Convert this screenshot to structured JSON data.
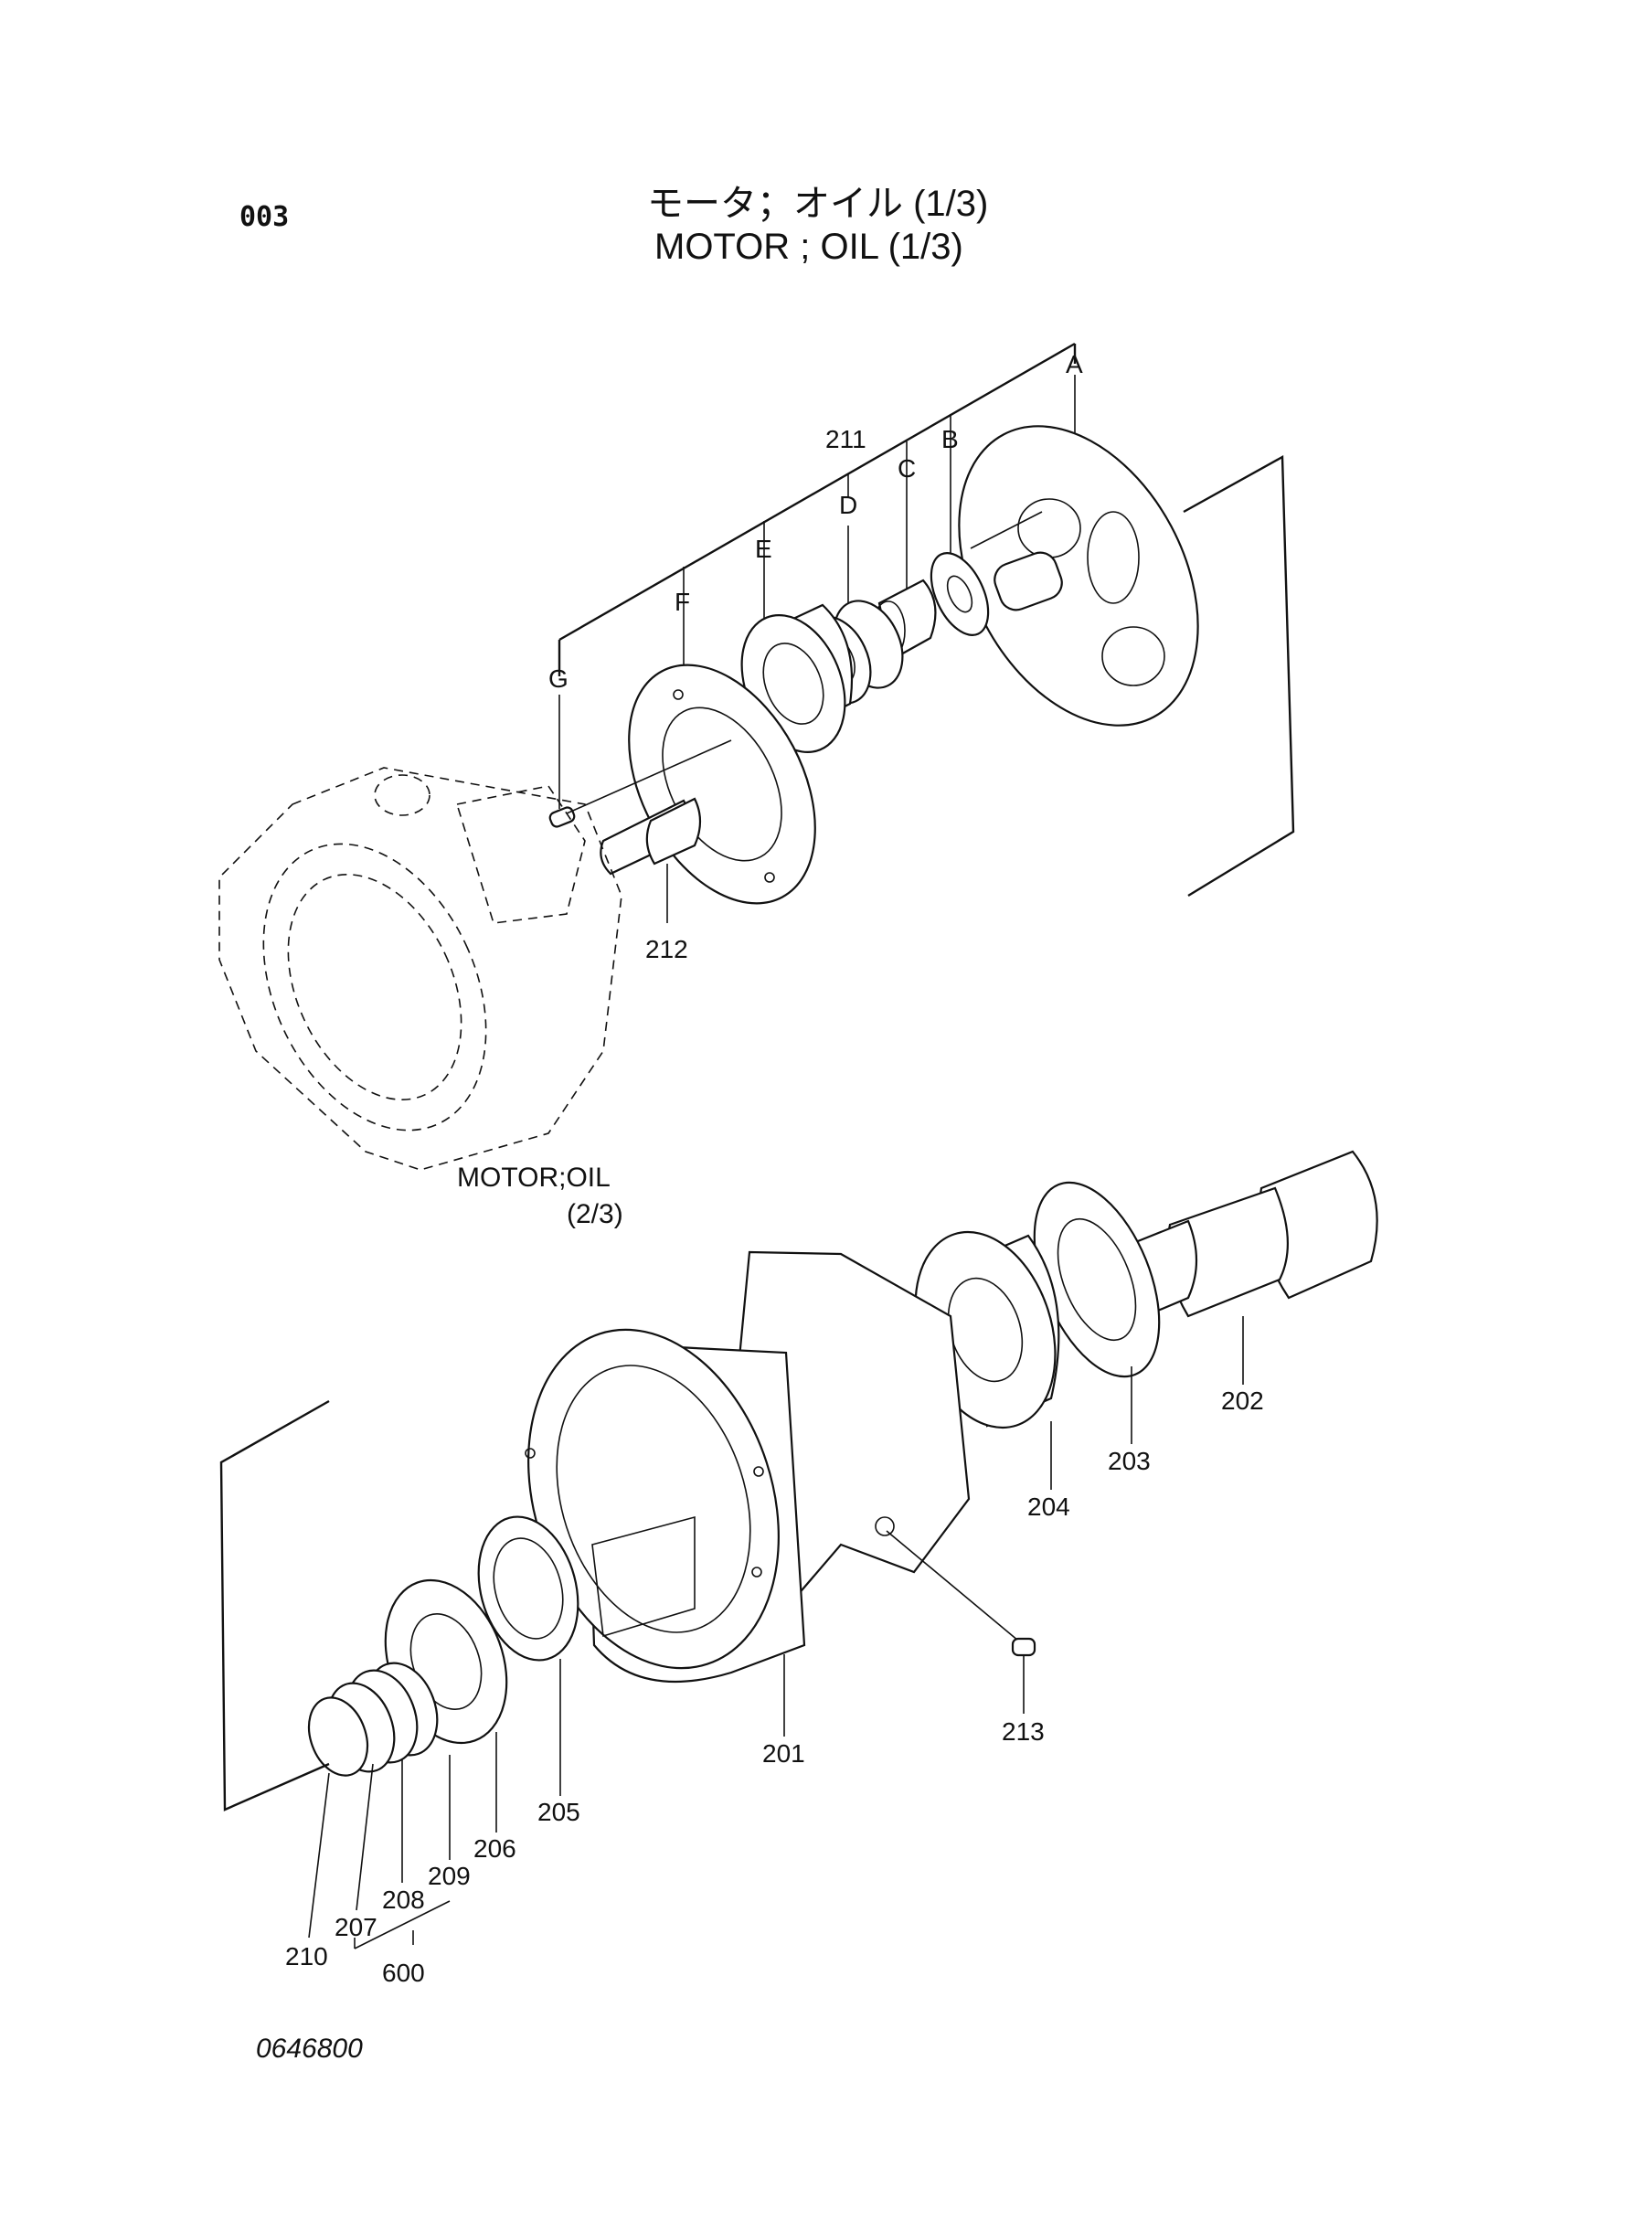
{
  "header": {
    "page_number": "003",
    "title_ja": "モータ；オイル (1/3)",
    "title_en": "MOTOR ; OIL (1/3)"
  },
  "subassembly_ref": {
    "line1": "MOTOR;OIL",
    "line2": "(2/3)"
  },
  "group_labels": [
    "A",
    "B",
    "C",
    "D",
    "E",
    "F",
    "G"
  ],
  "part_numbers": {
    "p211": "211",
    "p212": "212",
    "p202": "202",
    "p203": "203",
    "p204": "204",
    "p201": "201",
    "p213": "213",
    "p205": "205",
    "p206": "206",
    "p209": "209",
    "p208": "208",
    "p207": "207",
    "p210": "210",
    "p600": "600"
  },
  "footer": {
    "drawing_code": "0646800"
  }
}
